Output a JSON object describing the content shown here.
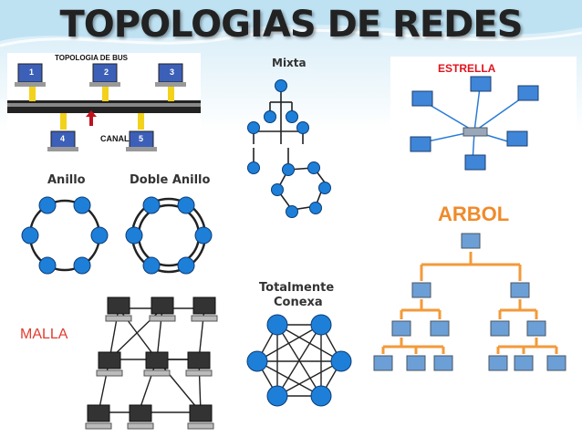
{
  "title": "TOPOLOGIAS DE REDES",
  "bus": {
    "heading": "TOPOLOGIA DE BUS",
    "canal": "CANAL",
    "node_labels": [
      "1",
      "2",
      "3",
      "4",
      "5"
    ]
  },
  "mixta": {
    "label": "Mixta"
  },
  "estrella": {
    "label": "ESTRELLA"
  },
  "anillo": {
    "label": "Anillo"
  },
  "doble_anillo": {
    "label": "Doble Anillo"
  },
  "arbol": {
    "label": "ARBOL"
  },
  "malla": {
    "label": "MALLA"
  },
  "totalmente_conexa": {
    "label_line1": "Totalmente",
    "label_line2": "Conexa"
  },
  "colors": {
    "node_blue": "#1e7fd8",
    "tree_orange": "#f39a3a",
    "estrella_red": "#e0141e",
    "malla_red": "#e23b2e",
    "bus_yellow": "#f2d21b"
  }
}
